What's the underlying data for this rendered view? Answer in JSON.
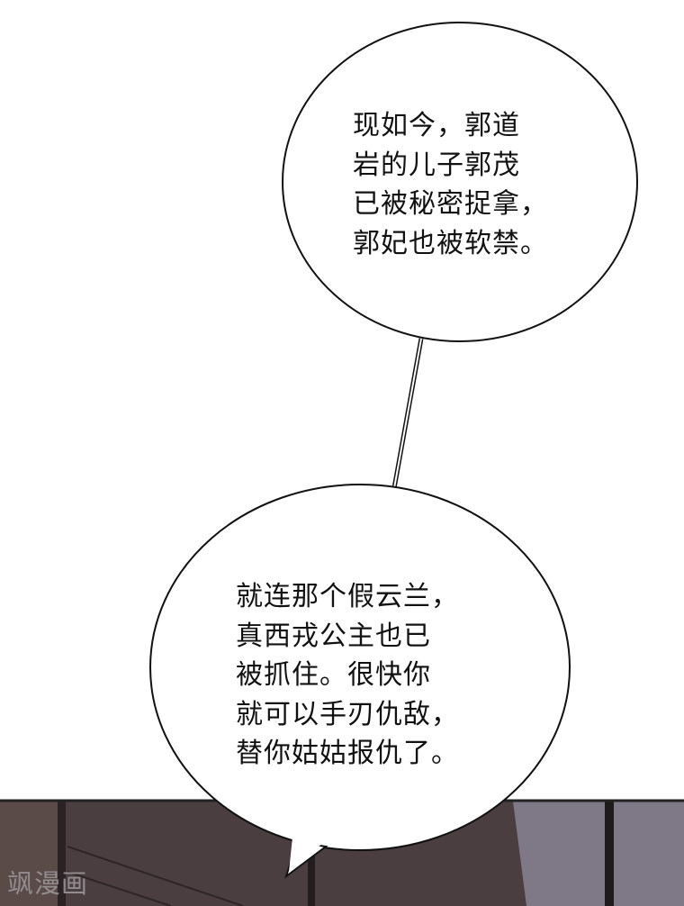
{
  "bubbles": [
    {
      "lines": [
        "现如今，郭道",
        "岩的儿子郭茂",
        "已被秘密捉拿，",
        "郭妃也被软禁。"
      ]
    },
    {
      "lines": [
        "就连那个假云兰，",
        "真西戎公主也已",
        "被抓住。很快你",
        "就可以手刃仇敌，",
        "替你姑姑报仇了。"
      ]
    }
  ],
  "watermark": "飒漫画",
  "colors": {
    "panel_dark": "#4a3e40",
    "panel_light": "#7f7886",
    "bubble_fill": "#ffffff",
    "outline": "#111111"
  }
}
